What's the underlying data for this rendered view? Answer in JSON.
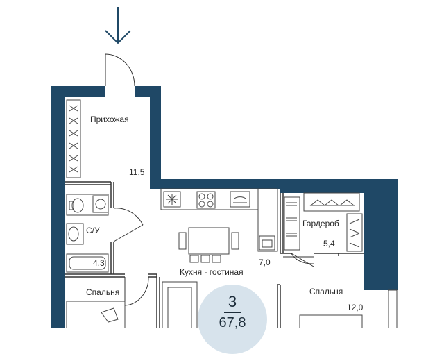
{
  "plan": {
    "wall_color": "#1f4866",
    "rooms": [
      {
        "id": "hall",
        "name": "Прихожая",
        "area": "11,5"
      },
      {
        "id": "bath",
        "name": "С/У",
        "area": "4,3"
      },
      {
        "id": "kitchen",
        "name": "Кухня - гостиная",
        "area": "7,0"
      },
      {
        "id": "wardrobe",
        "name": "Гардероб",
        "area": "5,4"
      },
      {
        "id": "bedroom-right",
        "name": "Спальня",
        "area": "12,0"
      },
      {
        "id": "bedroom-left",
        "name": "Спальня"
      }
    ],
    "rooms_count": "3",
    "total_area": "67,8",
    "badge_color": "#d7e3ec",
    "entrance_icon": "arrow-down-icon"
  }
}
